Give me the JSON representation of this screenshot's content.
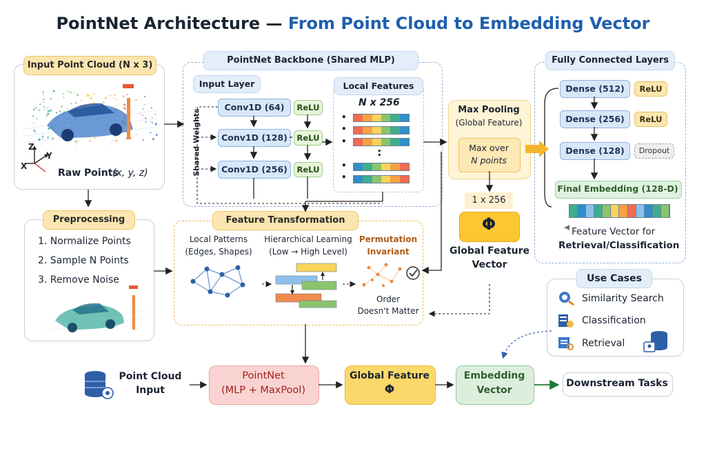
{
  "title": {
    "part1": "PointNet Architecture",
    "dash": "—",
    "part2": "From Point Cloud to Embedding Vector"
  },
  "input_cloud": {
    "header": "Input Point Cloud (N x 3)",
    "axes": {
      "z": "Z",
      "y": "Y",
      "x": "X"
    },
    "caption": "Raw Points",
    "caption_math": "(x, y, z)"
  },
  "preprocessing": {
    "header": "Preprocessing",
    "steps": [
      "1.  Normalize Points",
      "2.  Sample N Points",
      "3.  Remove Noise"
    ]
  },
  "backbone": {
    "header": "PointNet Backbone  (Shared MLP)",
    "input_layer": "Input Layer",
    "shared_weights": "Shared Weights",
    "convs": [
      "Conv1D (64)",
      "Conv1D (128)",
      "Conv1D (256)"
    ],
    "relu": "ReLU",
    "local_features": {
      "header": "Local Features",
      "dims": "N x 256",
      "dots": "•",
      "vdots": ":"
    }
  },
  "max_pooling": {
    "header_line1": "Max Pooling",
    "header_line2": "(Global Feature)",
    "body_line1": "Max over",
    "body_line2": "N points",
    "shape": "1 x 256",
    "phi": "Φ",
    "label_line1": "Global Feature",
    "label_line2": "Vector"
  },
  "fc": {
    "header": "Fully Connected Layers",
    "layers": [
      "Dense (512)",
      "Dense (256)",
      "Dense (128)"
    ],
    "relu": "ReLU",
    "dropout": "Dropout",
    "final": "Final Embedding (128-D)",
    "caption_line1": "Feature Vector for",
    "caption_line2": "Retrieval/Classification"
  },
  "feature_transform": {
    "header": "Feature Transformation",
    "local_title": "Local Patterns",
    "local_sub": "(Edges, Shapes)",
    "hier_title": "Hierarchical Learning",
    "hier_sub": "(Low → High Level)",
    "perm_title_1": "Permutation",
    "perm_title_2": "Invariant",
    "perm_sub_1": "Order",
    "perm_sub_2": "Doesn't Matter"
  },
  "use_cases": {
    "header": "Use Cases",
    "items": [
      "Similarity Search",
      "Classification",
      "Retrieval"
    ]
  },
  "pipeline": {
    "input_line1": "Point Cloud",
    "input_line2": "Input",
    "pointnet_line1": "PointNet",
    "pointnet_line2": "(MLP + MaxPool)",
    "global_line1": "Global Feature",
    "global_line2": "Φ",
    "embed_line1": "Embedding",
    "embed_line2": "Vector",
    "downstream": "Downstream Tasks"
  },
  "colors": {
    "title_accent": "#1f5fae",
    "yellow_header": "#fbe6b0",
    "blue_header": "#e3eefa",
    "conv": "#d8e7f8",
    "relu": "#e7f4dc",
    "pointnet_box": "#f9d3d1",
    "global_box": "#fbd86a",
    "embed_box": "#dcefdd",
    "feature_row": [
      "#f26b4f",
      "#f8a145",
      "#f7d45a",
      "#8bc56b",
      "#3fae8f",
      "#2f8fc9"
    ]
  }
}
